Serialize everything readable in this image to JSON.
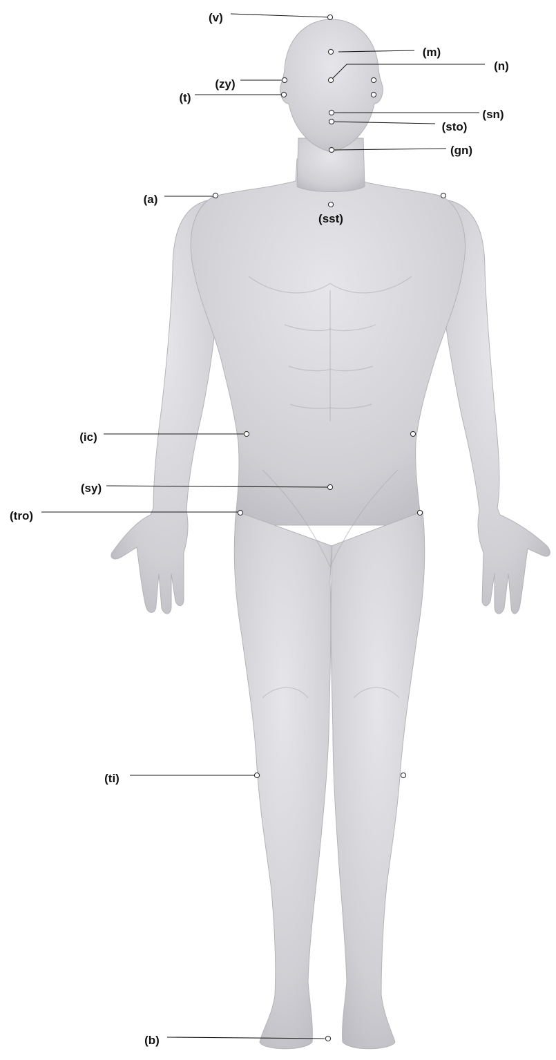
{
  "figure": {
    "colors": {
      "skin": "#c9c9ce",
      "skin_light": "#e4e4e8",
      "line": "#1a1a1a",
      "marker_fill": "#ffffff"
    },
    "landmarks": [
      {
        "id": "v",
        "label": "(v)"
      },
      {
        "id": "m",
        "label": "(m)"
      },
      {
        "id": "n",
        "label": "(n)"
      },
      {
        "id": "zy",
        "label": "(zy)"
      },
      {
        "id": "t",
        "label": "(t)"
      },
      {
        "id": "sn",
        "label": "(sn)"
      },
      {
        "id": "sto",
        "label": "(sto)"
      },
      {
        "id": "gn",
        "label": "(gn)"
      },
      {
        "id": "a",
        "label": "(a)"
      },
      {
        "id": "sst",
        "label": "(sst)"
      },
      {
        "id": "ic",
        "label": "(ic)"
      },
      {
        "id": "sy",
        "label": "(sy)"
      },
      {
        "id": "tro",
        "label": "(tro)"
      },
      {
        "id": "ti",
        "label": "(ti)"
      },
      {
        "id": "b",
        "label": "(b)"
      }
    ]
  }
}
